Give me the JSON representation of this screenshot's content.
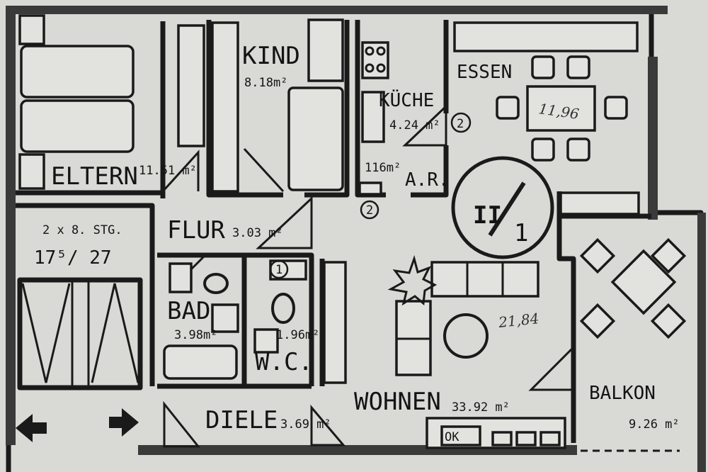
{
  "rooms": {
    "eltern": {
      "name": "ELTERN",
      "area": "11.51 m²"
    },
    "kind": {
      "name": "KIND",
      "area": "8.18m²"
    },
    "kueche": {
      "name": "KÜCHE",
      "area": "4.24 m²"
    },
    "essen": {
      "name": "ESSEN",
      "area_handwritten": "11,96"
    },
    "ar": {
      "name": "A.R.",
      "area": "116m²"
    },
    "flur": {
      "name": "FLUR",
      "area": "3.03 m²"
    },
    "bad": {
      "name": "BAD",
      "area": "3.98m²"
    },
    "wc": {
      "name": "W.C.",
      "area": "1.96m²"
    },
    "diele": {
      "name": "DIELE",
      "area": "3.69 m²"
    },
    "wohnen": {
      "name": "WOHNEN",
      "area": "33.92 m²",
      "area_handwritten": "21,84"
    },
    "balkon": {
      "name": "BALKON",
      "area": "9.26 m²"
    }
  },
  "stair": {
    "line1": "2 x 8. STG.",
    "line2": "17⁵/ 27"
  },
  "unit": {
    "floor": "II",
    "number": "1"
  },
  "markers": {
    "kitchen": "2",
    "hall": "2",
    "wc": "1"
  },
  "counter_label": "OK",
  "colors": {
    "paper": "#e2e2df",
    "ink": "#1a1a1a"
  }
}
